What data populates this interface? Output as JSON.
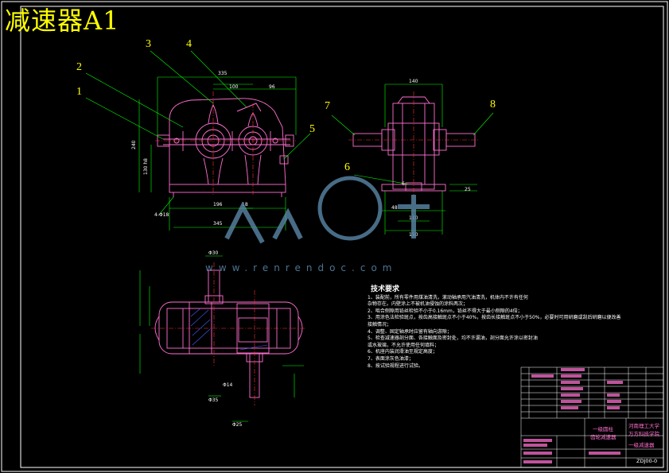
{
  "title": "减速器A1",
  "balloons": [
    "1",
    "2",
    "3",
    "4",
    "5",
    "6",
    "7",
    "8"
  ],
  "dims": {
    "front": [
      "335",
      "100",
      "96",
      "240",
      "130 h8",
      "4-Φ18",
      "196",
      "18",
      "345"
    ],
    "side": [
      "140",
      "6",
      "25",
      "48",
      "110",
      "150"
    ],
    "top": [
      "Φ30",
      "Φ14",
      "Φ35",
      "Φ25"
    ]
  },
  "tech_requirements": {
    "heading": "技术要求",
    "lines": [
      "1、装配前，所有零件用煤油清洗，滚动轴承用汽油清洗，机体内不许有任何",
      "   杂物存在。内壁涂上不被机油侵蚀的涂料两次；",
      "2、啮合侧隙用铅丝检验不小于0.16mm，铅丝不得大于最小侧隙的4倍；",
      "3、用涂色法检验斑点，按齿高接触斑点不小于40%，按齿长接触斑点不小于50%，必要时可用研磨或刮后研磨以便改善",
      "   接触情况；",
      "4、调整、固定轴承时应留有轴向游隙；",
      "5、检查减速器剖分面、各接触面及密封处，均不许漏油，剖分面允许涂以密封油",
      "   或水玻璃，不允许使用任何填料；",
      "6、机座内装润滑油至规定高度；",
      "7、表面涂灰色油漆；",
      "8、按试验规程进行试验。"
    ]
  },
  "title_block": {
    "school": "河南理工大学",
    "school2": "万方科技学院",
    "product": "一级圆柱",
    "product2": "齿轮减速器",
    "drawing_name": "一级减速器",
    "drawing_no": "ZDJ00-0"
  },
  "watermark": {
    "site": "www.renrendoc.com"
  },
  "colors": {
    "outline": "#ff6fcf",
    "dimension": "#00ff00",
    "balloon": "#ffff00",
    "text": "#ffffff",
    "centerline": "#ff3030",
    "hatch": "#4060ff"
  }
}
